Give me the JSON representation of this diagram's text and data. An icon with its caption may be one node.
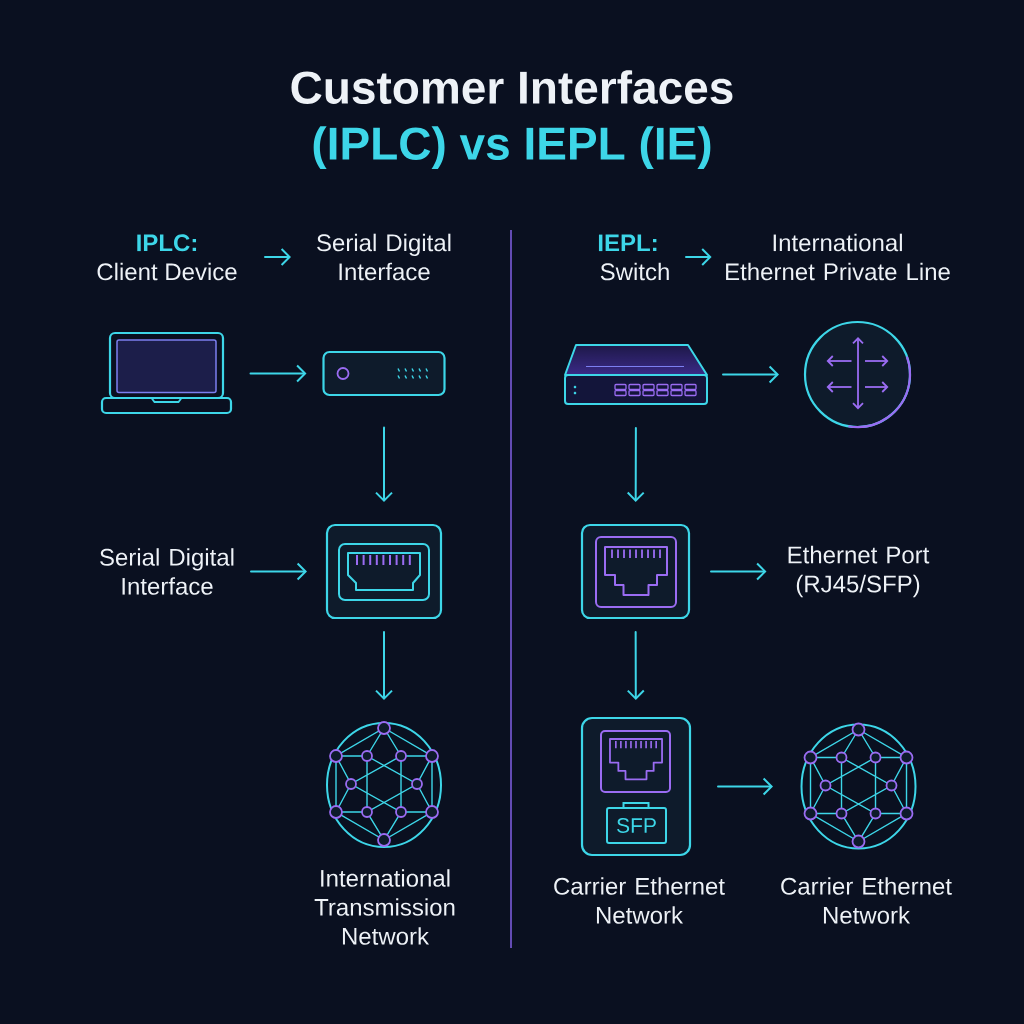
{
  "diagram": {
    "title": "Customer Interfaces",
    "nodes": [
      {
        "text": [
          "IPLC:",
          "Client Device"
        ]
      },
      {
        "text": [
          "Serial Digital Interface"
        ]
      },
      {
        "text": [],
        "shape": "picture"
      },
      {
        "text": [],
        "shape": "picture"
      },
      {
        "text": [
          "Serial Digital Interface"
        ]
      },
      {
        "text": [],
        "shape": "picture"
      },
      {
        "text": [],
        "shape": "picture",
        "beside": [
          "International Transmission Network"
        ]
      },
      {
        "text": [
          "IEPL:",
          "Switch"
        ]
      },
      {
        "text": [
          "International Ethernet Private Line"
        ]
      },
      {
        "text": [],
        "shape": "picture"
      },
      {
        "text": [],
        "shape": "picture"
      },
      {
        "text": [],
        "shape": "picture"
      },
      {
        "text": [
          "Ethernet Port (RJ45/SFP)"
        ]
      },
      {
        "text": [],
        "shape": "box",
        "beside": [
          "Carrier Ethernet Network"
        ]
      },
      {
        "text": [
          "SFP"
        ],
        "in": 13
      },
      {
        "text": [],
        "shape": "picture",
        "beside": [
          "Carrier Ethernet Network"
        ]
      }
    ],
    "edges": [
      {
        "from": 0,
        "to": 1,
        "arrow": "to"
      },
      {
        "from": 2,
        "to": 3,
        "arrow": "to"
      },
      {
        "from": 3,
        "to": 5,
        "arrow": "to"
      },
      {
        "from": 4,
        "to": 5,
        "arrow": "to"
      },
      {
        "from": 5,
        "to": 6,
        "arrow": "to"
      },
      {
        "from": 7,
        "to": 8,
        "arrow": "to"
      },
      {
        "from": 9,
        "to": 10,
        "arrow": "to"
      },
      {
        "from": 9,
        "to": 11,
        "arrow": "to"
      },
      {
        "from": 11,
        "to": 12,
        "arrow": "to"
      },
      {
        "from": 11,
        "to": 13,
        "arrow": "to"
      },
      {
        "from": 13,
        "to": 15,
        "arrow": "to"
      }
    ],
    "labels": [
      "(IPLC) vs IEPL (IE)"
    ]
  }
}
